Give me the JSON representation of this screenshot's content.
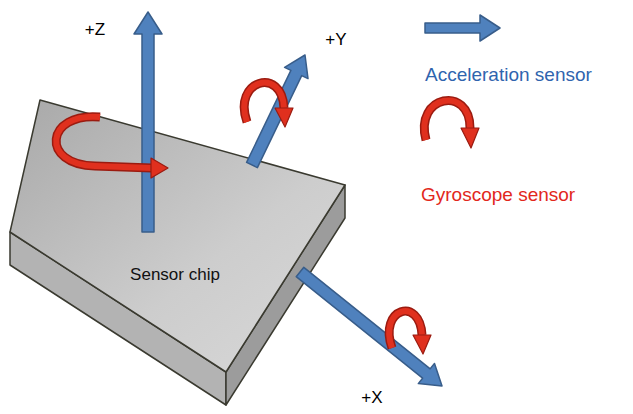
{
  "diagram": {
    "nodes": [
      {
        "text": [
          "Sensor chip"
        ]
      }
    ],
    "labels": [
      "+Z",
      "+Y",
      "+X"
    ],
    "legend": [
      {
        "text": "Acceleration sensor"
      },
      {
        "text": "Gyroscope sensor"
      }
    ]
  }
}
